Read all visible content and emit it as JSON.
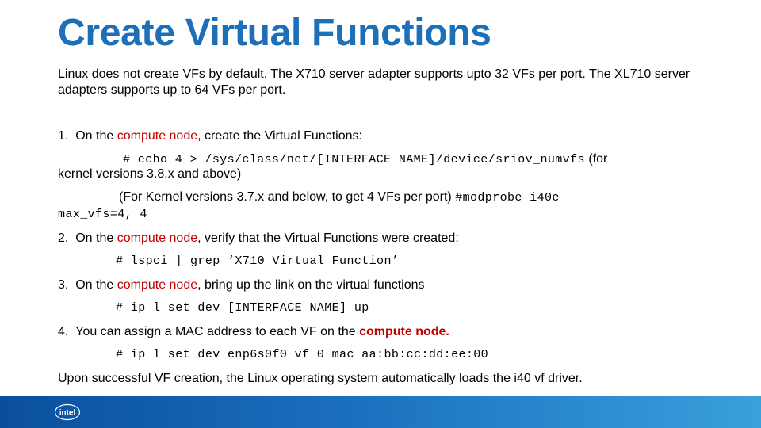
{
  "slide": {
    "title": "Create Virtual Functions",
    "intro": "Linux does not create VFs by default. The X710 server adapter supports upto 32 VFs per port. The XL710 server adapters supports up to 64 VFs per port.",
    "step1": {
      "num": "1.",
      "pre": "On the ",
      "highlight": "compute node",
      "post": ", create the Virtual Functions:",
      "cmd1": "# echo 4 > /sys/class/net/[INTERFACE NAME]/device/sriov_numvfs",
      "cmd1_note_a": " (for",
      "cmd1_note_b": "kernel versions 3.8.x and above)",
      "cmd2_note": "(For Kernel versions 3.7.x and below, to get 4 VFs per port) ",
      "cmd2_a": "#modprobe i40e",
      "cmd2_b": "max_vfs=4, 4"
    },
    "step2": {
      "num": "2.",
      "pre": "On the ",
      "highlight": "compute node",
      "post": ", verify that the Virtual Functions were created:",
      "cmd": "# lspci | grep ‘X710 Virtual Function’"
    },
    "step3": {
      "num": "3.",
      "pre": "On the  ",
      "highlight": "compute node",
      "post": ", bring up the link on the virtual functions",
      "cmd": "# ip l set dev [INTERFACE NAME] up"
    },
    "step4": {
      "num": "4.",
      "pre": "You can assign a MAC address to each VF on the ",
      "highlight": "compute node.",
      "cmd": "# ip l set dev enp6s0f0 vf 0 mac aa:bb:cc:dd:ee:00"
    },
    "closing": "Upon successful VF creation, the Linux operating system automatically loads the i40 vf driver."
  },
  "footer": {
    "logo_text": "intel",
    "logo_icon": "intel-logo-icon",
    "colors": {
      "start": "#0a4f9c",
      "end": "#3aa0dc"
    }
  },
  "colors": {
    "title": "#1d6fb8",
    "highlight": "#c00000"
  }
}
